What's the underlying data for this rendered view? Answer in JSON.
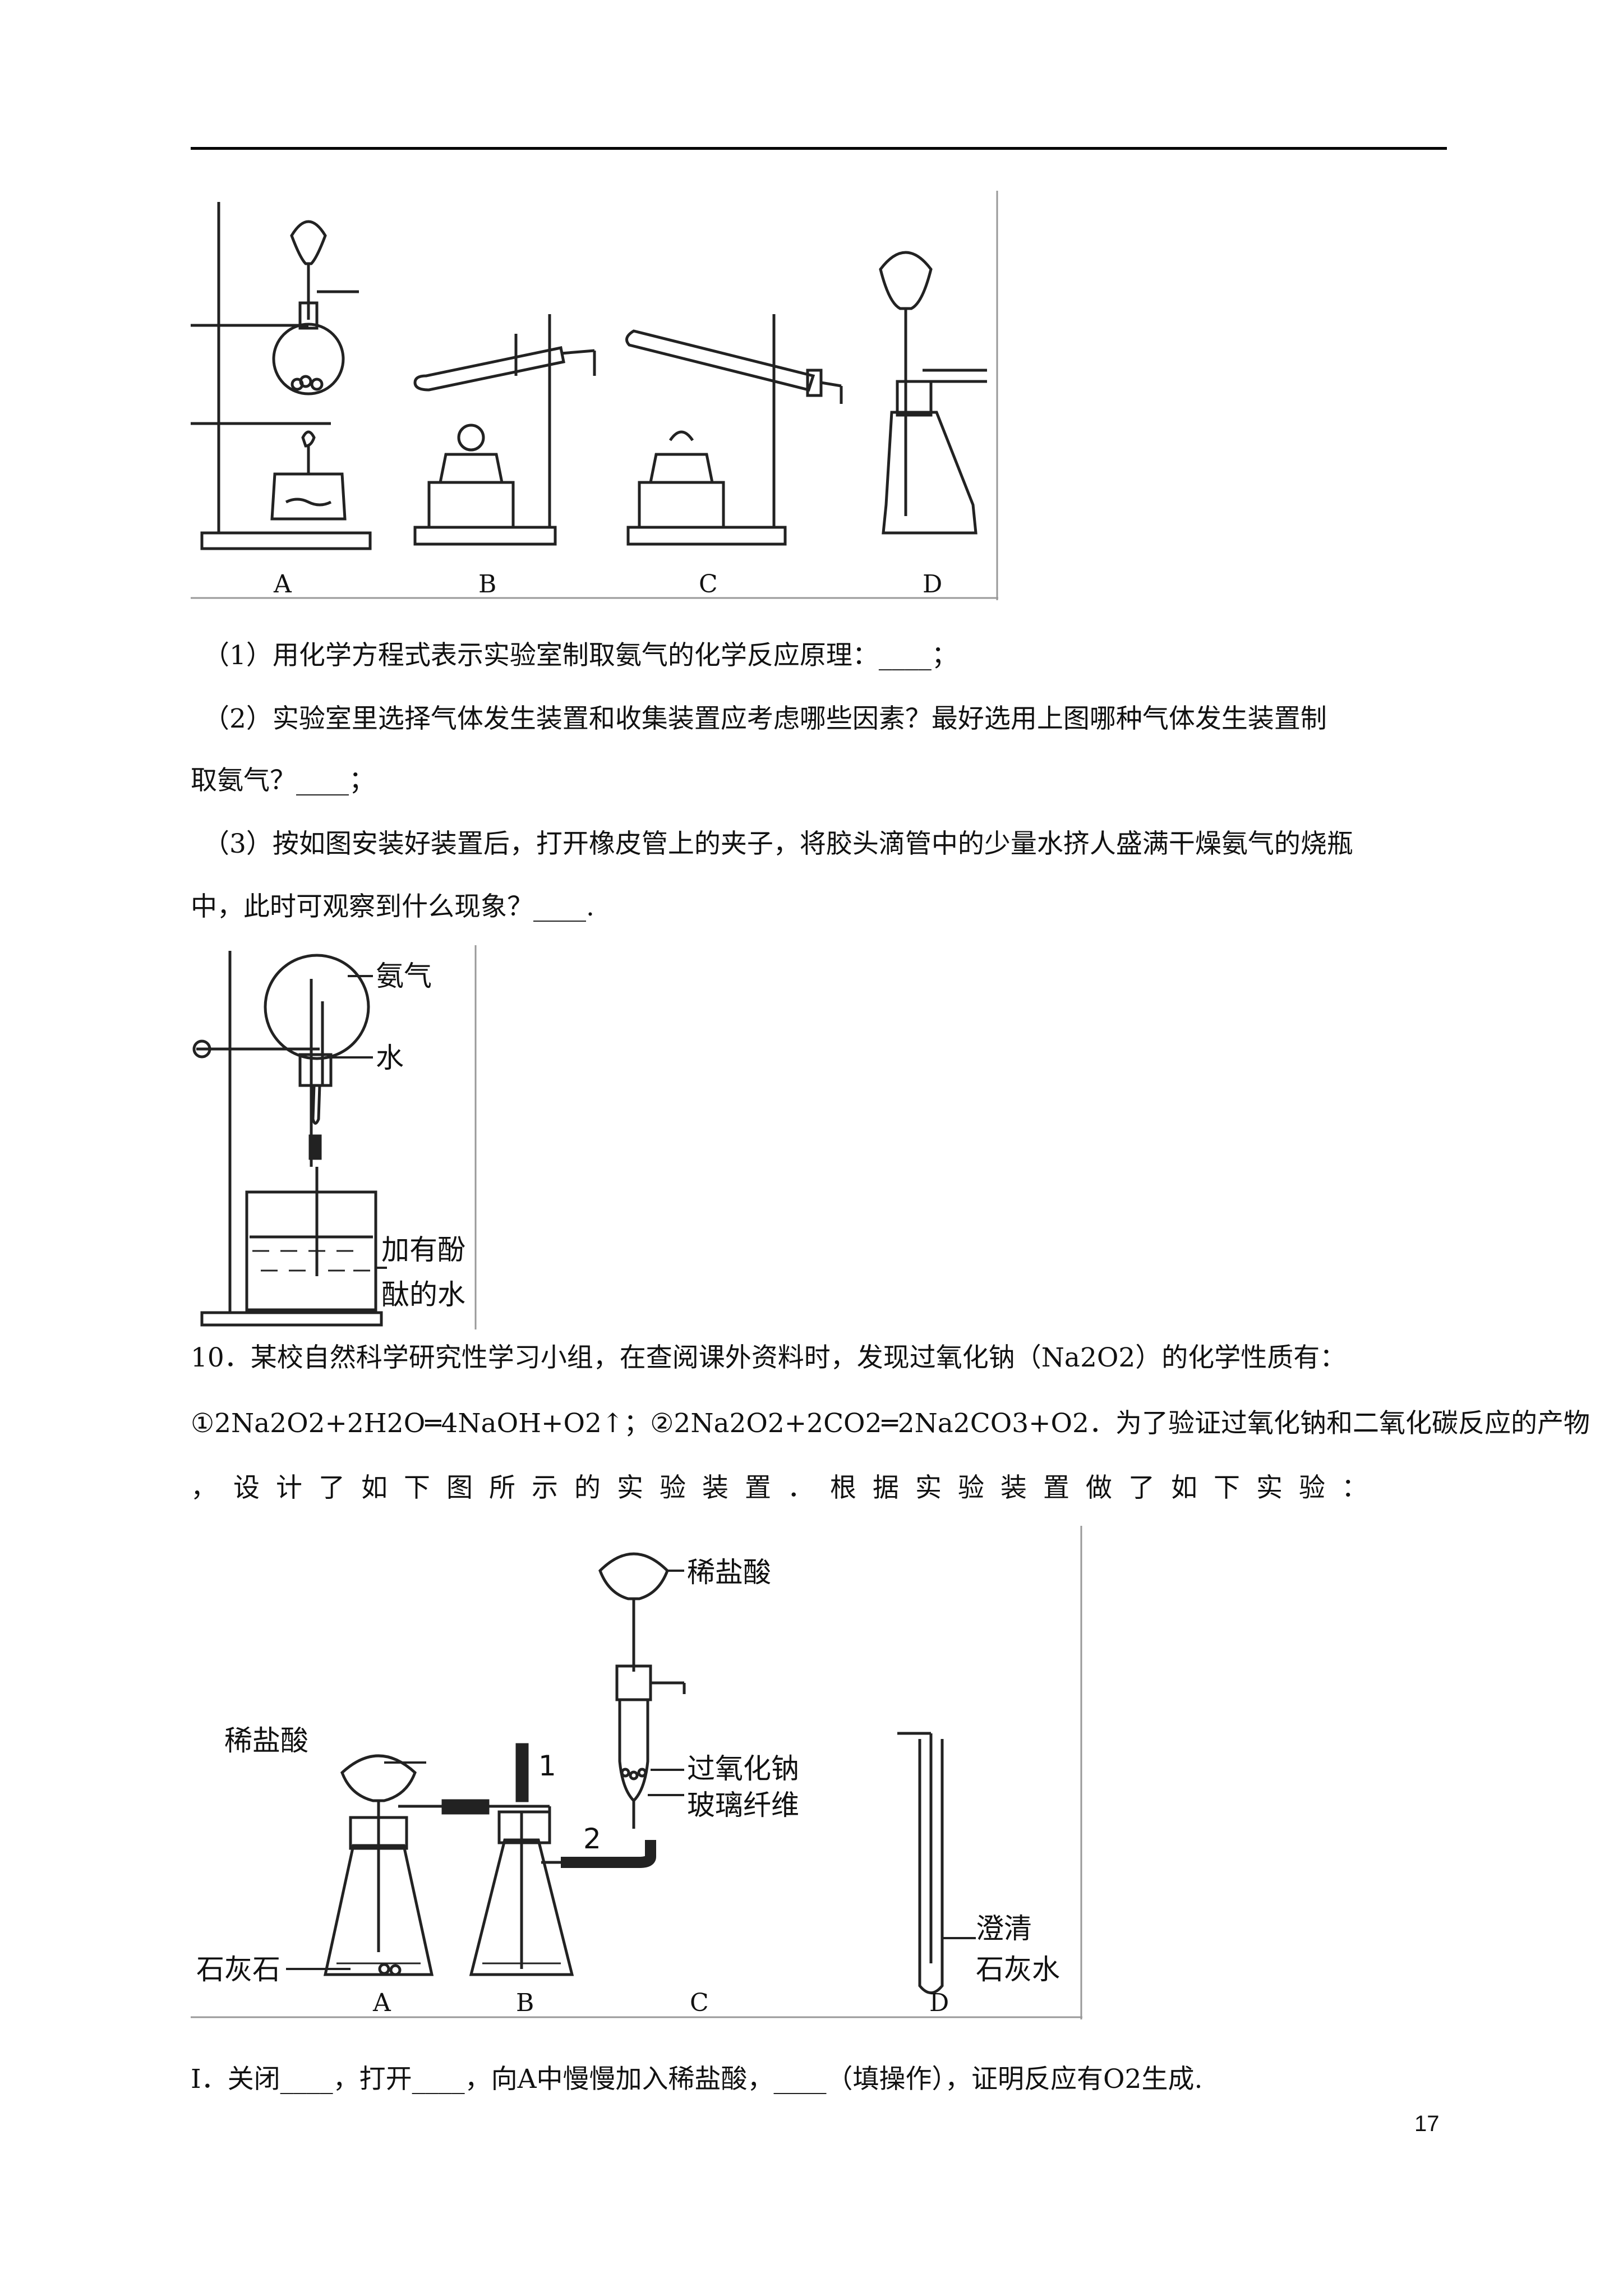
{
  "figure1": {
    "labels": [
      "A",
      "B",
      "C",
      "D"
    ]
  },
  "q9": {
    "line1": "（1）用化学方程式表示实验室制取氨气的化学反应原理：____；",
    "line2": "（2）实验室里选择气体发生装置和收集装置应考虑哪些因素？最好选用上图哪种气体发生装置制",
    "line3": "取氨气？____；",
    "line4": "（3）按如图安装好装置后，打开橡皮管上的夹子，将胶头滴管中的少量水挤人盛满干燥氨气的烧瓶",
    "line5": "中，此时可观察到什么现象？____."
  },
  "figure2": {
    "label_ammonia": "氨气",
    "label_water": "水",
    "label_phenol_1": "加有酚",
    "label_phenol_2": "酞的水"
  },
  "q10": {
    "line1": "10．某校自然科学研究性学习小组，在查阅课外资料时，发现过氧化钠（Na2O2）的化学性质有：",
    "line2": "①2Na2O2+2H2O═4NaOH+O2↑；②2Na2O2+2CO2═2Na2CO3+O2．为了验证过氧化钠和二氧化碳反应的产物",
    "line3": "，设计了如下图所示的实验装置．根据实验装置做了如下实验："
  },
  "figure3": {
    "label_acid_a": "稀盐酸",
    "label_acid_c": "稀盐酸",
    "label_limestone": "石灰石",
    "label_peroxide": "过氧化钠",
    "label_fiber": "玻璃纤维",
    "label_limewater_1": "澄清",
    "label_limewater_2": "石灰水",
    "label_valve1": "1",
    "label_valve2": "2",
    "labels": [
      "A",
      "B",
      "C",
      "D"
    ]
  },
  "step1": "Ⅰ．关闭____，打开____，向A中慢慢加入稀盐酸，____（填操作），证明反应有O2生成.",
  "page_number": "17"
}
